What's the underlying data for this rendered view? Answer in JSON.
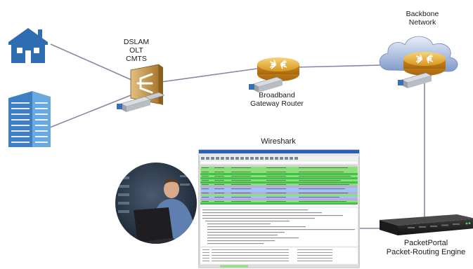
{
  "labels": {
    "dslam_line1": "DSLAM",
    "dslam_line2": "OLT",
    "dslam_line3": "CMTS",
    "broadband_line1": "Broadband",
    "broadband_line2": "Gateway Router",
    "backbone_line1": "Backbone",
    "backbone_line2": "Network",
    "wireshark": "Wireshark",
    "packetportal_line1": "PacketPortal",
    "packetportal_line2": "Packet-Routing Engine"
  },
  "icons": {
    "house": "house-icon",
    "office": "office-building-icon",
    "dslam": "dslam-switch-icon",
    "router": "router-icon",
    "cloud": "cloud-icon",
    "sfp": "sfp-transceiver-icon",
    "server": "rack-server-icon",
    "person": "person-laptop-photo",
    "screen": "wireshark-window"
  },
  "colors": {
    "link": "#8d84a6",
    "house": "#2f6db3",
    "office": "#4a8fd0",
    "dslam": "#c79a4a",
    "router": "#e0a23a",
    "cloud": "#8fa9d6",
    "ws_green": "#8be07a",
    "ws_purple": "#b9a7e8",
    "ws_blue": "#9fc3ee"
  }
}
